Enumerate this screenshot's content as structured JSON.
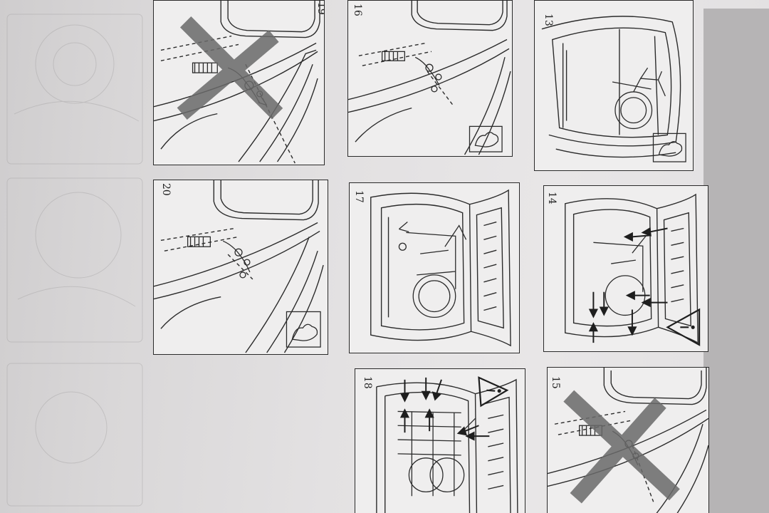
{
  "page": {
    "title": "Bicycle carrier assembly instructions (rotated scan)",
    "accent_color": "#2a2a2a",
    "background": "#e4e2e3"
  },
  "steps": [
    {
      "id": "19",
      "label": "19",
      "kind": "prohibited",
      "icons": [
        "car-rear-icon",
        "bike-mount-icon",
        "cross-out-icon"
      ]
    },
    {
      "id": "16",
      "label": "16",
      "kind": "normal",
      "icons": [
        "car-rear-icon",
        "bike-mount-icon",
        "thumbs-up-icon"
      ]
    },
    {
      "id": "13",
      "label": "13",
      "kind": "normal",
      "icons": [
        "car-interior-icon",
        "bicycle-icon",
        "thumbs-up-icon"
      ]
    },
    {
      "id": "20",
      "label": "20",
      "kind": "normal",
      "icons": [
        "car-rear-icon",
        "bike-mount-icon",
        "thumbs-up-icon"
      ]
    },
    {
      "id": "17",
      "label": "17",
      "kind": "normal",
      "icons": [
        "open-trunk-icon",
        "bicycle-icon"
      ]
    },
    {
      "id": "14",
      "label": "14",
      "kind": "warning",
      "icons": [
        "open-trunk-icon",
        "bicycle-icon",
        "arrows-icon",
        "warning-triangle-icon"
      ]
    },
    {
      "id": "18",
      "label": "18",
      "kind": "warning",
      "icons": [
        "open-trunk-icon",
        "bicycles-icon",
        "arrows-icon",
        "warning-triangle-icon"
      ]
    },
    {
      "id": "15",
      "label": "15",
      "kind": "prohibited",
      "icons": [
        "car-rear-icon",
        "bike-mount-icon",
        "cross-out-icon"
      ]
    }
  ]
}
